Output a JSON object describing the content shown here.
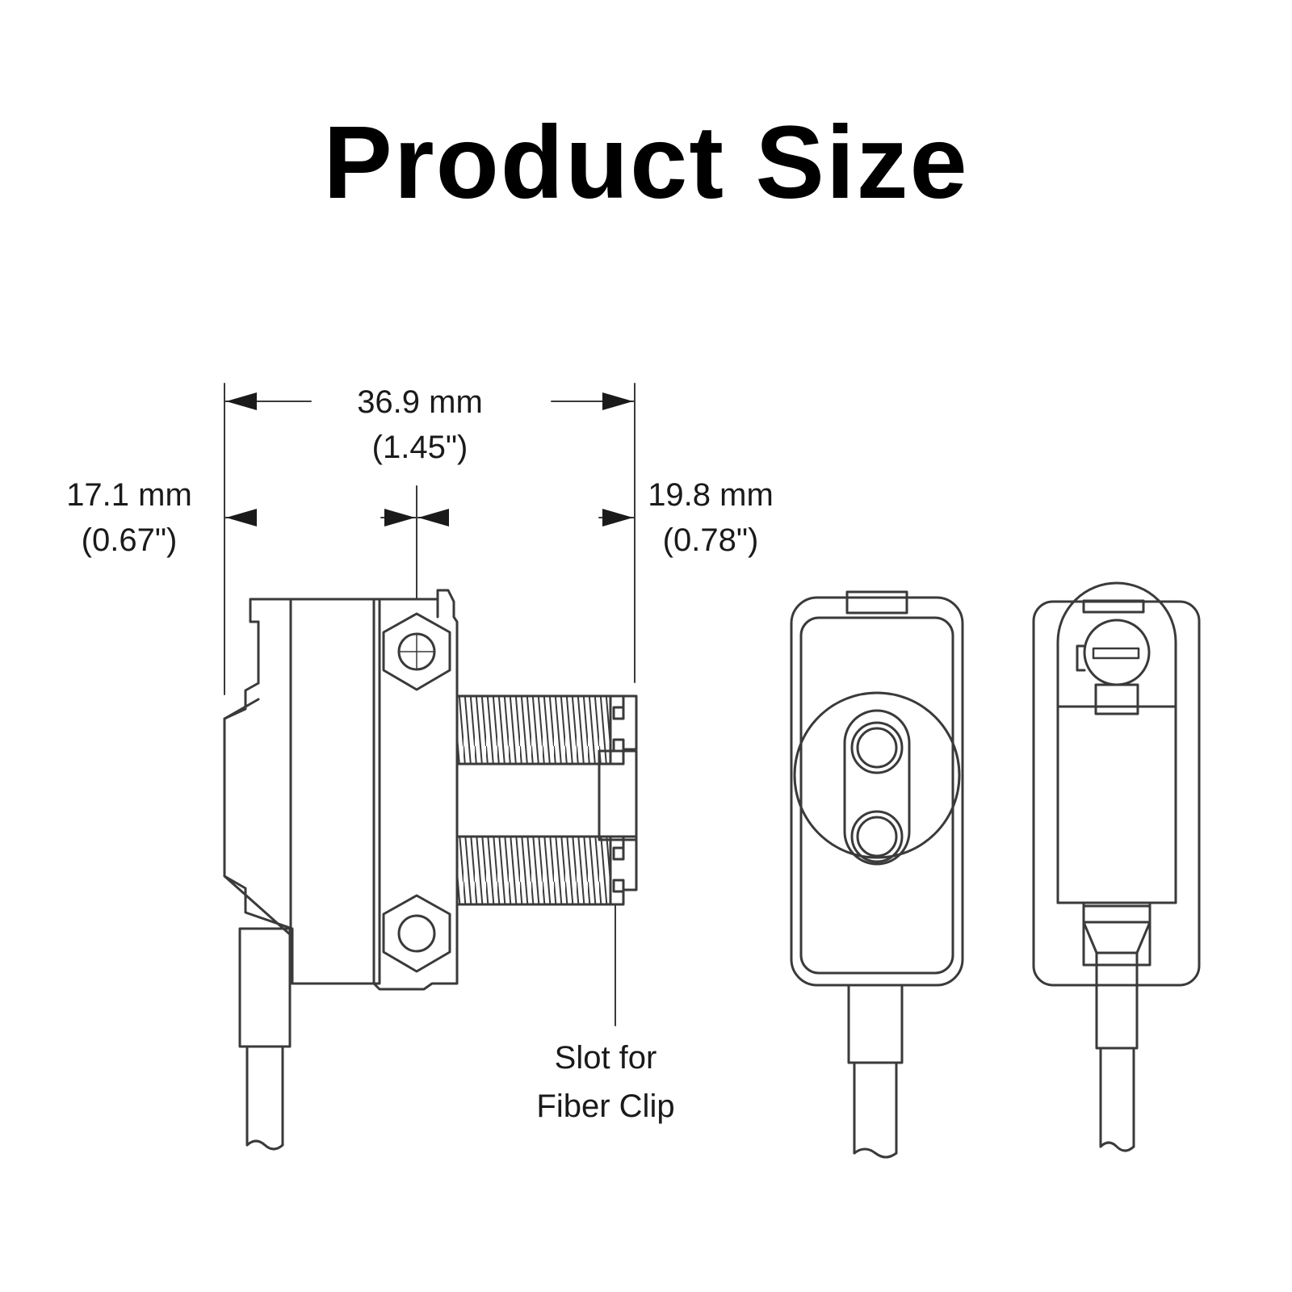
{
  "title": "Product Size",
  "dimensions": {
    "length": {
      "metric": "36.9 mm",
      "imperial": "(1.45\")"
    },
    "offset": {
      "metric": "17.1 mm",
      "imperial": "(0.67\")"
    },
    "thread": {
      "metric": "19.8 mm",
      "imperial": "(0.78\")"
    }
  },
  "callout": {
    "line1": "Slot for",
    "line2": "Fiber Clip"
  },
  "colors": {
    "line": "#3a3a3a",
    "text": "#1a1a1a",
    "background": "#ffffff"
  }
}
